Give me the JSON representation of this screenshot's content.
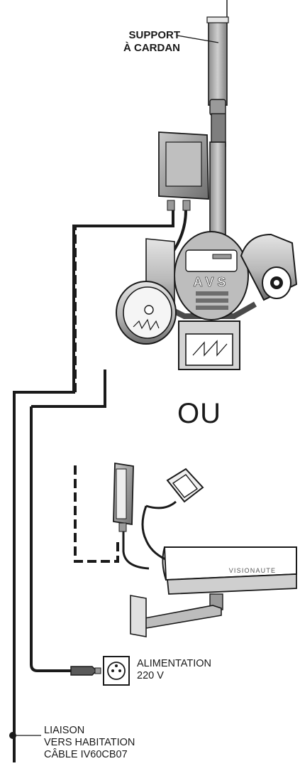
{
  "labels": {
    "support_line1": "SUPPORT",
    "support_line2": "À CARDAN",
    "or_text": "OU",
    "brand": "VISIONAUTE",
    "avs_logo": "AVS",
    "power_line1": "ALIMENTATION",
    "power_line2": "220 V",
    "link_line1": "LIAISON",
    "link_line2": "VERS HABITATION",
    "link_line3": "CÂBLE IV60CB07"
  },
  "colors": {
    "line": "#1a1a1a",
    "metal": "#b4b4b4",
    "metal_dark": "#7a7a7a",
    "housing": "#d9d9d9",
    "white": "#ffffff"
  }
}
